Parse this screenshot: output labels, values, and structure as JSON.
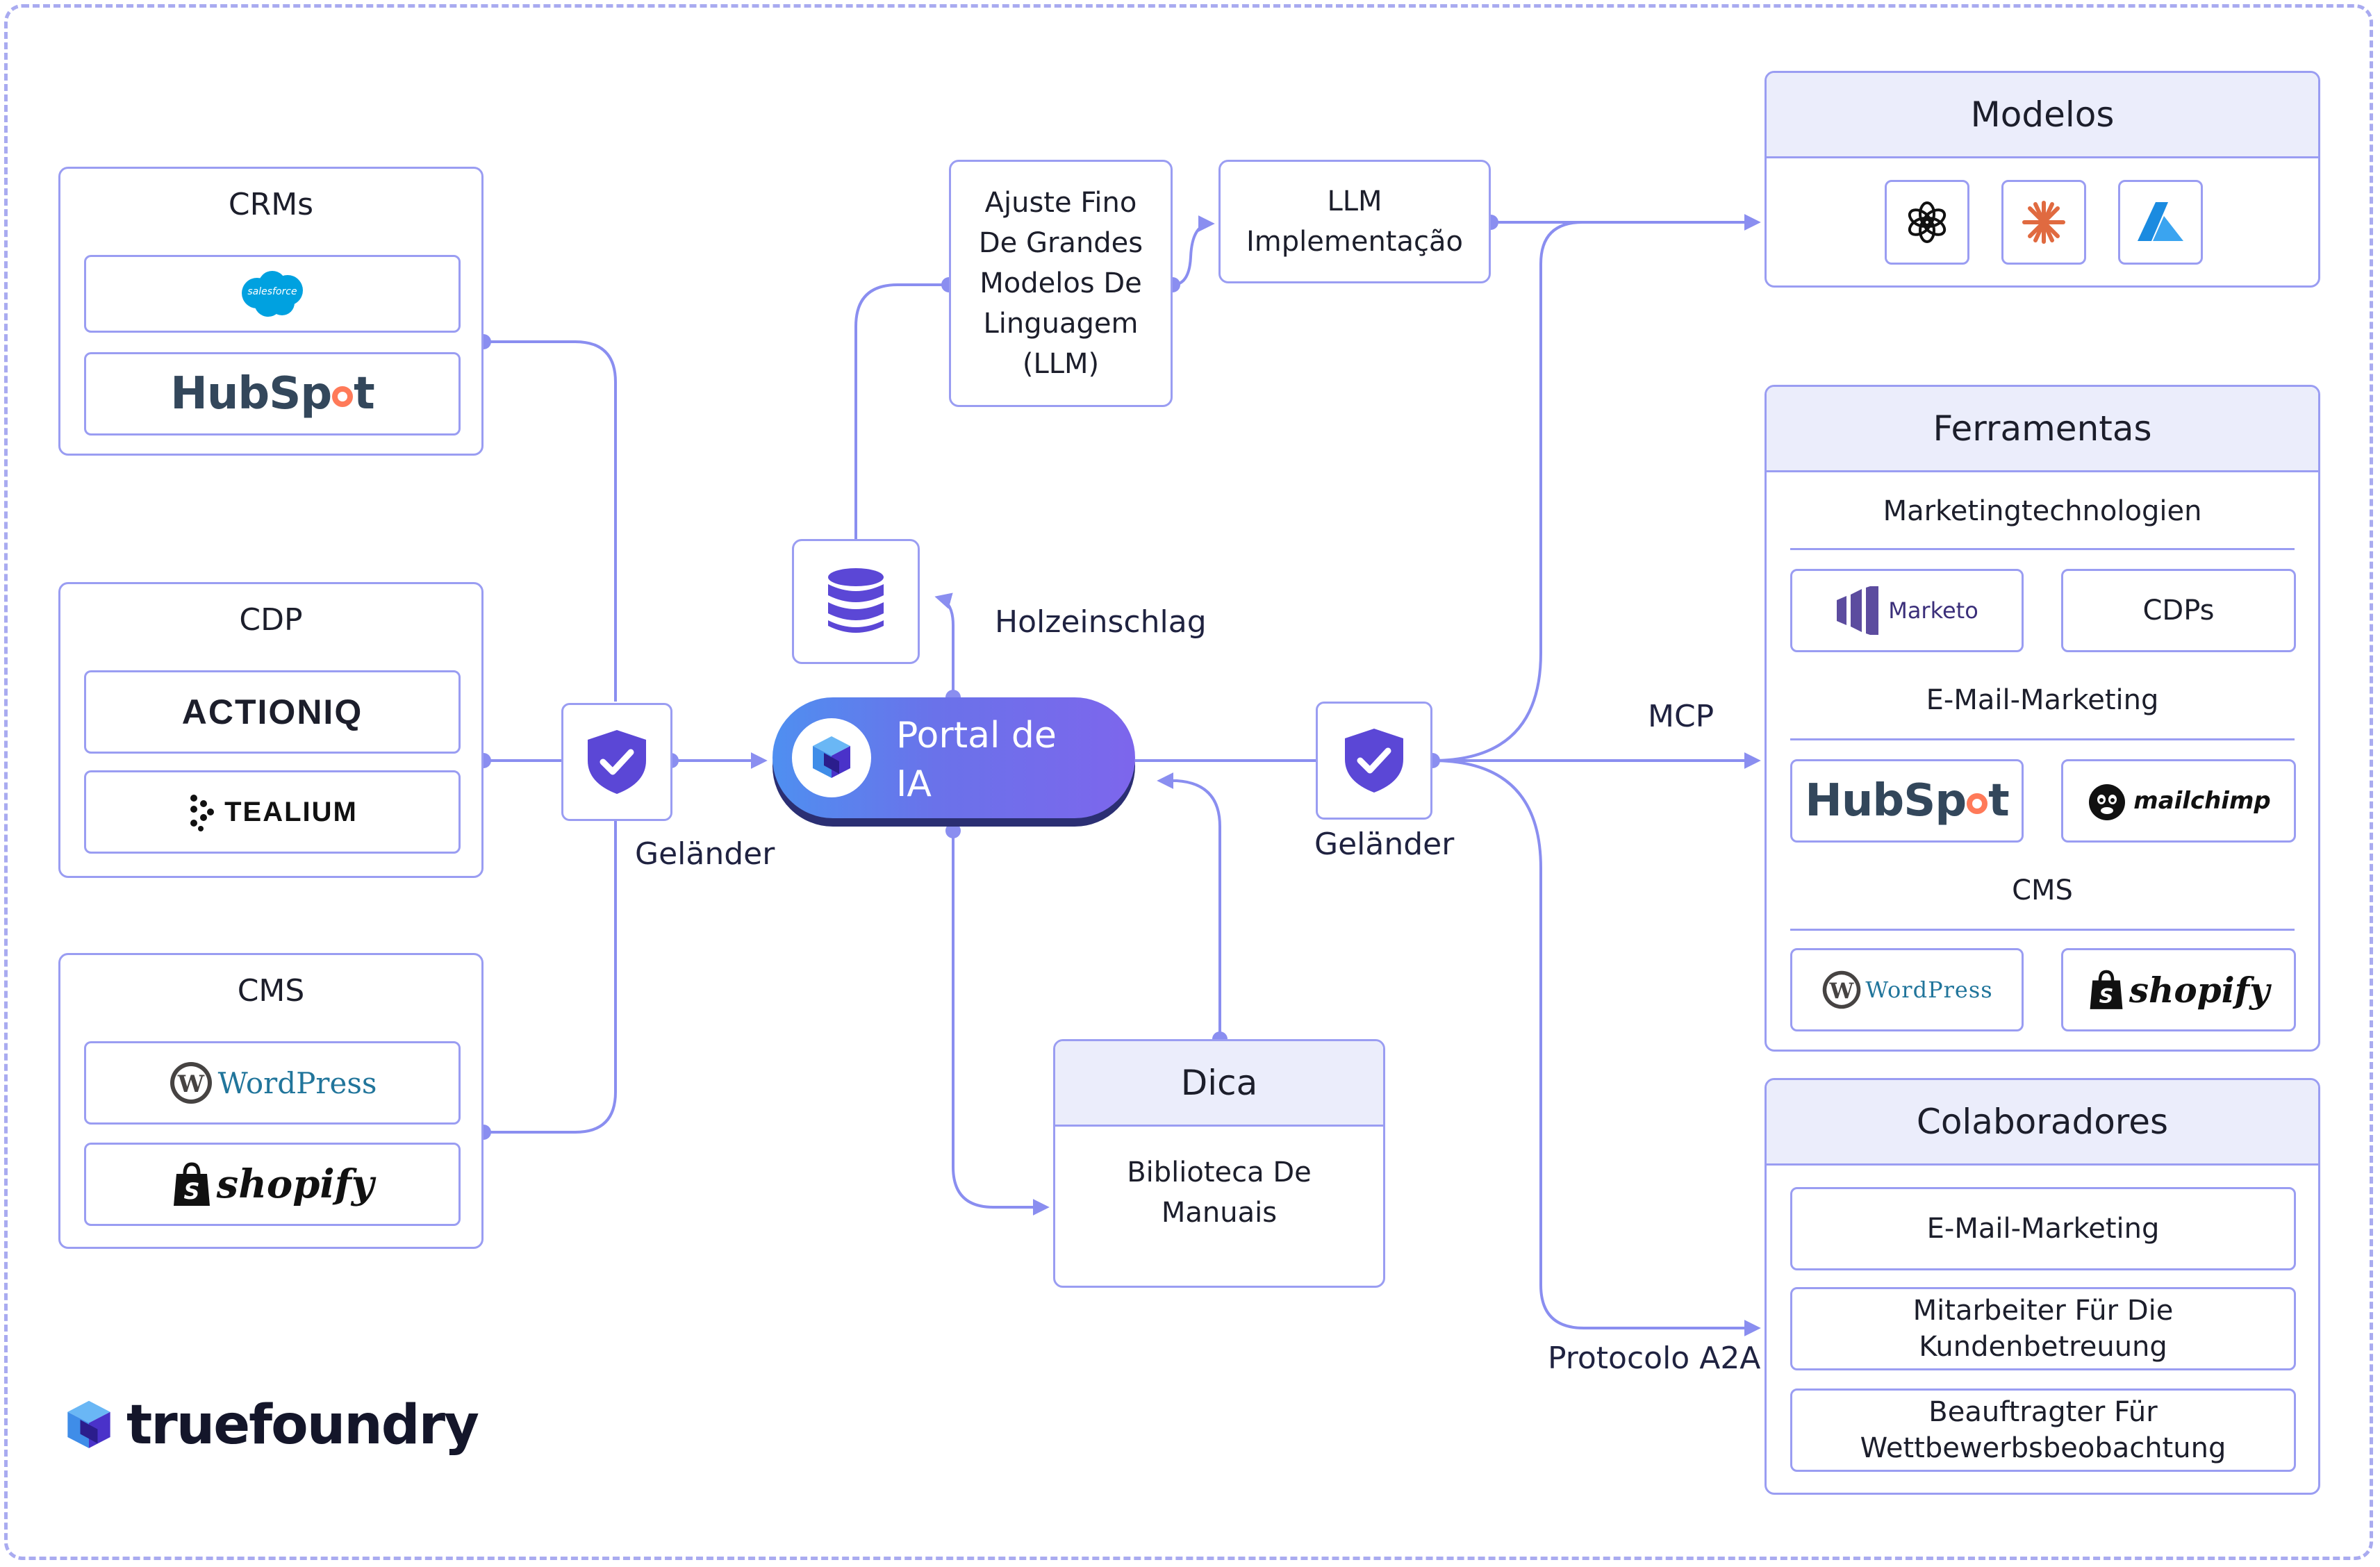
{
  "left": {
    "crms": {
      "title": "CRMs",
      "items": [
        "salesforce",
        "HubSpot"
      ]
    },
    "cdp": {
      "title": "CDP",
      "items": [
        "ACTIONIQ",
        "TEALIUM"
      ]
    },
    "cms": {
      "title": "CMS",
      "items": [
        "WordPress",
        "shopify"
      ]
    }
  },
  "left_guard_label": "Geländer",
  "right_guard_label": "Geländer",
  "fine_tune": {
    "lines": [
      "Ajuste Fino",
      "De Grandes",
      "Modelos De",
      "Linguagem",
      "(LLM)"
    ]
  },
  "llm_impl": {
    "lines": [
      "LLM",
      "Implementação"
    ]
  },
  "logging_label": "Holzeinschlag",
  "portal": {
    "lines": [
      "Portal de",
      "IA"
    ]
  },
  "dica": {
    "title": "Dica",
    "body_lines": [
      "Biblioteca De",
      "Manuais"
    ]
  },
  "mcp_label": "MCP",
  "a2a_label": "Protocolo A2A",
  "modelos": {
    "title": "Modelos",
    "icons": [
      "openai-icon",
      "anthropic-icon",
      "azure-icon"
    ]
  },
  "ferramentas": {
    "title": "Ferramentas",
    "sections": [
      {
        "title": "Marketingtechnologien",
        "items": [
          "Marketo",
          "CDPs"
        ]
      },
      {
        "title": "E-Mail-Marketing",
        "items": [
          "HubSpot",
          "mailchimp"
        ]
      },
      {
        "title": "CMS",
        "items": [
          "WordPress",
          "shopify"
        ]
      }
    ]
  },
  "colaboradores": {
    "title": "Colaboradores",
    "items": [
      {
        "lines": [
          "E-Mail-Marketing"
        ]
      },
      {
        "lines": [
          "Mitarbeiter Für Die",
          "Kundenbetreuung"
        ]
      },
      {
        "lines": [
          "Beauftragter Für",
          "Wettbewerbsbeobachtung"
        ]
      }
    ]
  },
  "brand": {
    "name": "truefoundry"
  },
  "colors": {
    "accent": "#9a9df2",
    "wire": "#8a8ef0",
    "portal_start": "#4f8ff0",
    "portal_end": "#7d66ec",
    "shield": "#5b47d6"
  }
}
